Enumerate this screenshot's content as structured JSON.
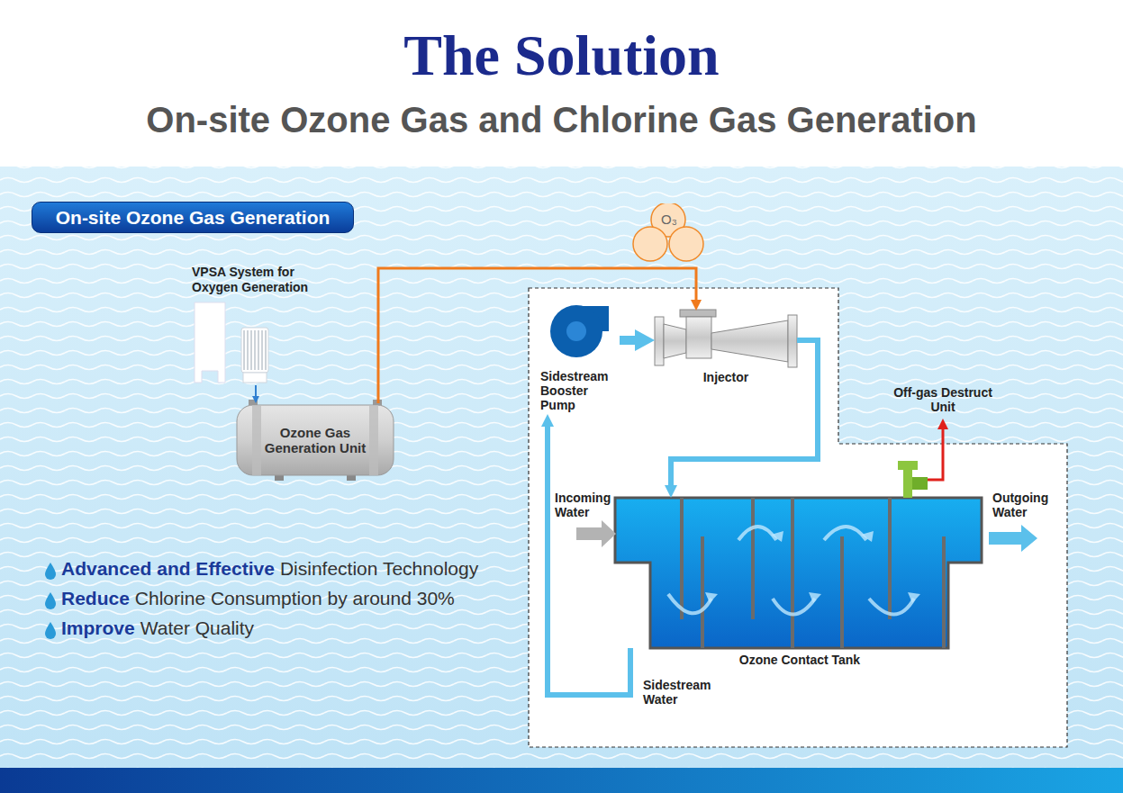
{
  "diagram": {
    "title": "The Solution",
    "nodes": [
      {
        "text": [
          "On-site Ozone Gas Generation"
        ]
      },
      {
        "text": [
          "VPSA System for Oxygen Generation"
        ]
      },
      {
        "text": [
          "Ozone Gas Generation Unit"
        ]
      },
      {
        "text": [
          "O₃"
        ]
      },
      {
        "text": [
          "Sidestream Booster Pump"
        ]
      },
      {
        "text": [
          "Injector"
        ]
      },
      {
        "text": [
          "Off-gas Destruct Unit"
        ]
      },
      {
        "text": [
          "Ozone Contact Tank"
        ]
      }
    ],
    "edges": [
      {
        "from": 1,
        "to": 2,
        "arrow": "to"
      },
      {
        "from": 2,
        "to": 5,
        "arrow": "to"
      },
      {
        "from": 4,
        "to": 5,
        "arrow": "to"
      },
      {
        "from": 5,
        "to": 7,
        "arrow": "to"
      },
      {
        "from": 7,
        "to": 6,
        "arrow": "to"
      },
      {
        "from": 7,
        "to": 4,
        "label": "Sidestream Water",
        "arrow": "to"
      }
    ],
    "labels": [
      "On-site Ozone Gas and Chlorine Gas Generation",
      "Incoming Water",
      "Outgoing Water",
      "Advanced and Effective",
      "Disinfection Technology",
      "Reduce",
      "Chlorine Consumption by around 30%",
      "Improve",
      "Water Quality"
    ]
  }
}
